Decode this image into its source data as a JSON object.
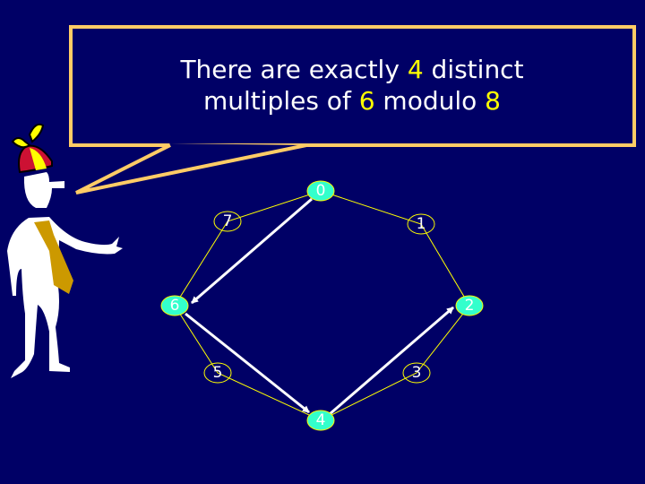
{
  "caption": {
    "line1_prefix": "There are exactly ",
    "line1_count": "4",
    "line1_suffix": " distinct",
    "line2_prefix": "multiples of ",
    "line2_multiplier": "6",
    "line2_middle": " modulo ",
    "line2_modulus": "8"
  },
  "nodes": [
    "0",
    "1",
    "2",
    "3",
    "4",
    "5",
    "6",
    "7"
  ],
  "highlighted_nodes": [
    "0",
    "6",
    "4",
    "2"
  ],
  "arrows": [
    [
      "0",
      "6"
    ],
    [
      "6",
      "4"
    ],
    [
      "4",
      "2"
    ]
  ],
  "colors": {
    "background": "#000066",
    "bubble_border": "#ffcc66",
    "highlight_fill": "#33ffcc",
    "ring_line": "#ffff00",
    "emphasis_text": "#ffff00"
  }
}
